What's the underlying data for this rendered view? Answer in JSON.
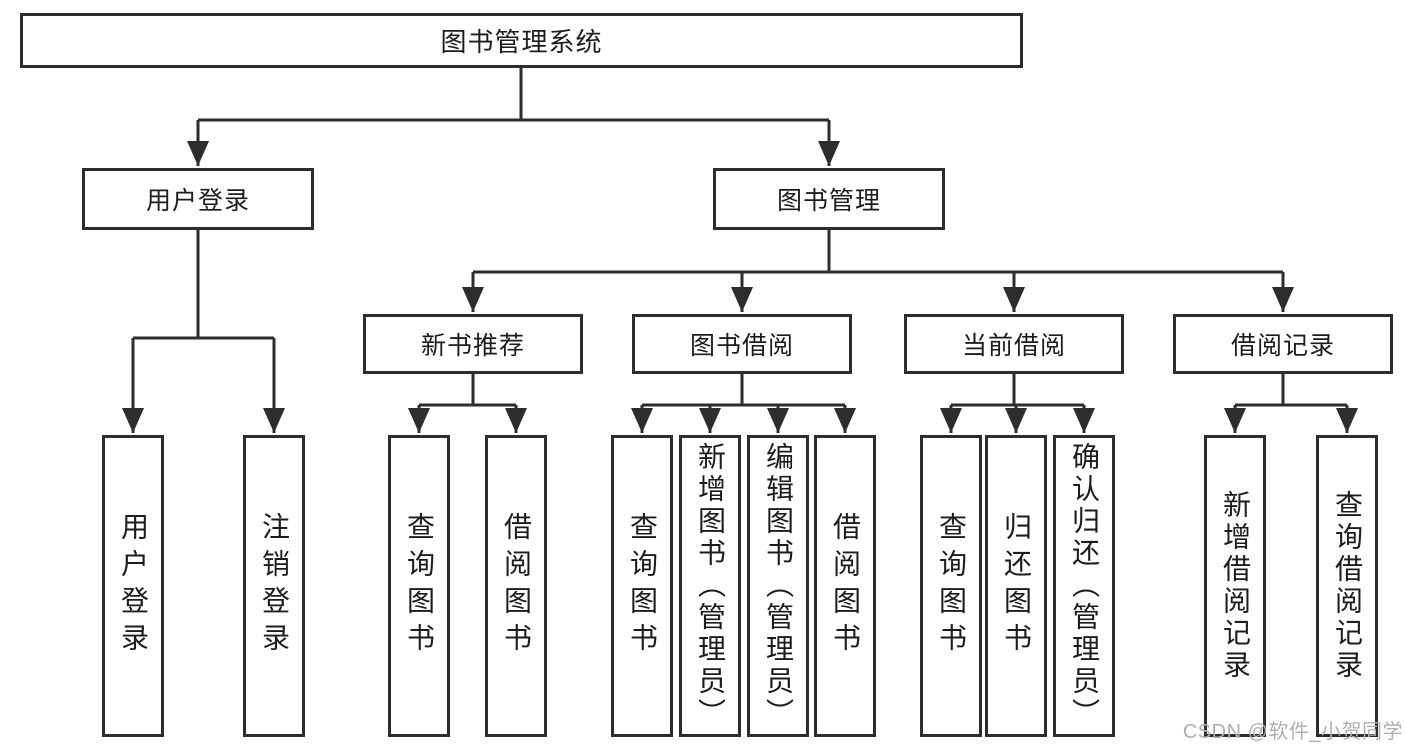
{
  "title": "图书管理系统",
  "tree": {
    "root": "图书管理系统",
    "branches": [
      {
        "label": "用户登录",
        "children": [
          "用户登录",
          "注销登录"
        ]
      },
      {
        "label": "图书管理",
        "children": [
          {
            "label": "新书推荐",
            "children": [
              "查询图书",
              "借阅图书"
            ]
          },
          {
            "label": "图书借阅",
            "children": [
              "查询图书",
              "新增图书（管理员）",
              "编辑图书（管理员）",
              "借阅图书"
            ]
          },
          {
            "label": "当前借阅",
            "children": [
              "查询图书",
              "归还图书",
              "确认归还（管理员）"
            ]
          },
          {
            "label": "借阅记录",
            "children": [
              "新增借阅记录",
              "查询借阅记录"
            ]
          }
        ]
      }
    ]
  },
  "watermark": "CSDN @软件_小贺同学",
  "colors": {
    "line": "#2d2d2d",
    "box_border": "#2d2d2d",
    "text": "#1c1c1c",
    "background": "#ffffff",
    "watermark": "#b3aeb1"
  }
}
